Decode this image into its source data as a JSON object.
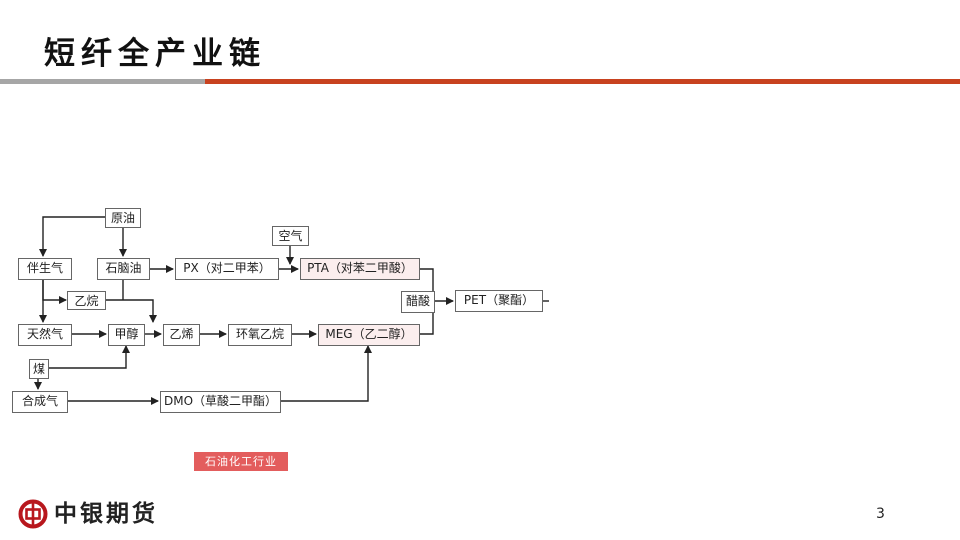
{
  "header": {
    "title": "短纤全产业链"
  },
  "diagram": {
    "nodes": {
      "crude_oil": "原油",
      "associated_gas": "伴生气",
      "naphtha": "石脑油",
      "px": "PX（对二甲苯）",
      "air": "空气",
      "pta": "PTA（对苯二甲酸）",
      "ethane": "乙烷",
      "acetic_acid": "醋酸",
      "pet": "PET（聚酯）",
      "natural_gas": "天然气",
      "methanol": "甲醇",
      "ethylene": "乙烯",
      "ethylene_oxide": "环氧乙烷",
      "meg": "MEG（乙二醇）",
      "coal": "煤",
      "syngas": "合成气",
      "dmo": "DMO（草酸二甲酯）"
    },
    "category_tag": "石油化工行业"
  },
  "footer": {
    "brand": "中银期货",
    "page_number": "3"
  },
  "colors": {
    "accent_red": "#c8421f",
    "grey_bar": "#a6a6a6",
    "tag_red": "#e35d5d",
    "highlight_pink": "#fbeeee"
  }
}
